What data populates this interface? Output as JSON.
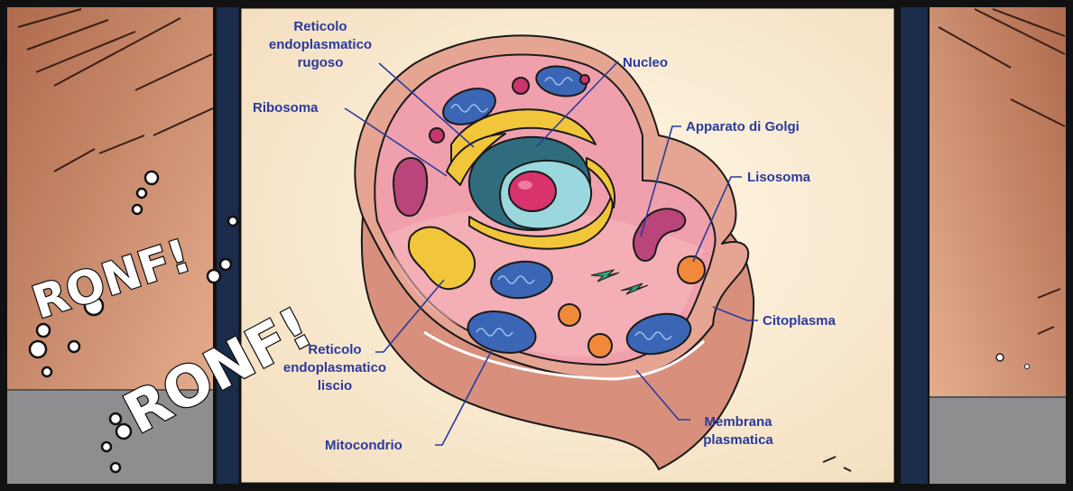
{
  "labels": {
    "rer": [
      "Reticolo",
      "endoplasmatico",
      "rugoso"
    ],
    "nucleo": "Nucleo",
    "ribosoma": "Ribosoma",
    "golgi": "Apparato di Golgi",
    "lisosoma": "Lisosoma",
    "citoplasma": "Citoplasma",
    "rel": [
      "Reticolo",
      "endoplasmatico",
      "liscio"
    ],
    "mitocondrio": "Mitocondrio",
    "membrana": [
      "Membrana",
      "plasmatica"
    ]
  },
  "sfx": [
    "RONF!",
    "RONF!"
  ],
  "colors": {
    "label": "#2b3a9c",
    "panel_bg": "#fbeed6",
    "cell_outer": "#e6a592",
    "cytoplasm": "#f0a0ad",
    "mito": "#3b66b5",
    "golgi": "#b9457a",
    "lysosome": "#f08a3a",
    "er": "#f2c63a",
    "nucleus": "#3a8a9a",
    "nucleolus": "#d8336d"
  }
}
